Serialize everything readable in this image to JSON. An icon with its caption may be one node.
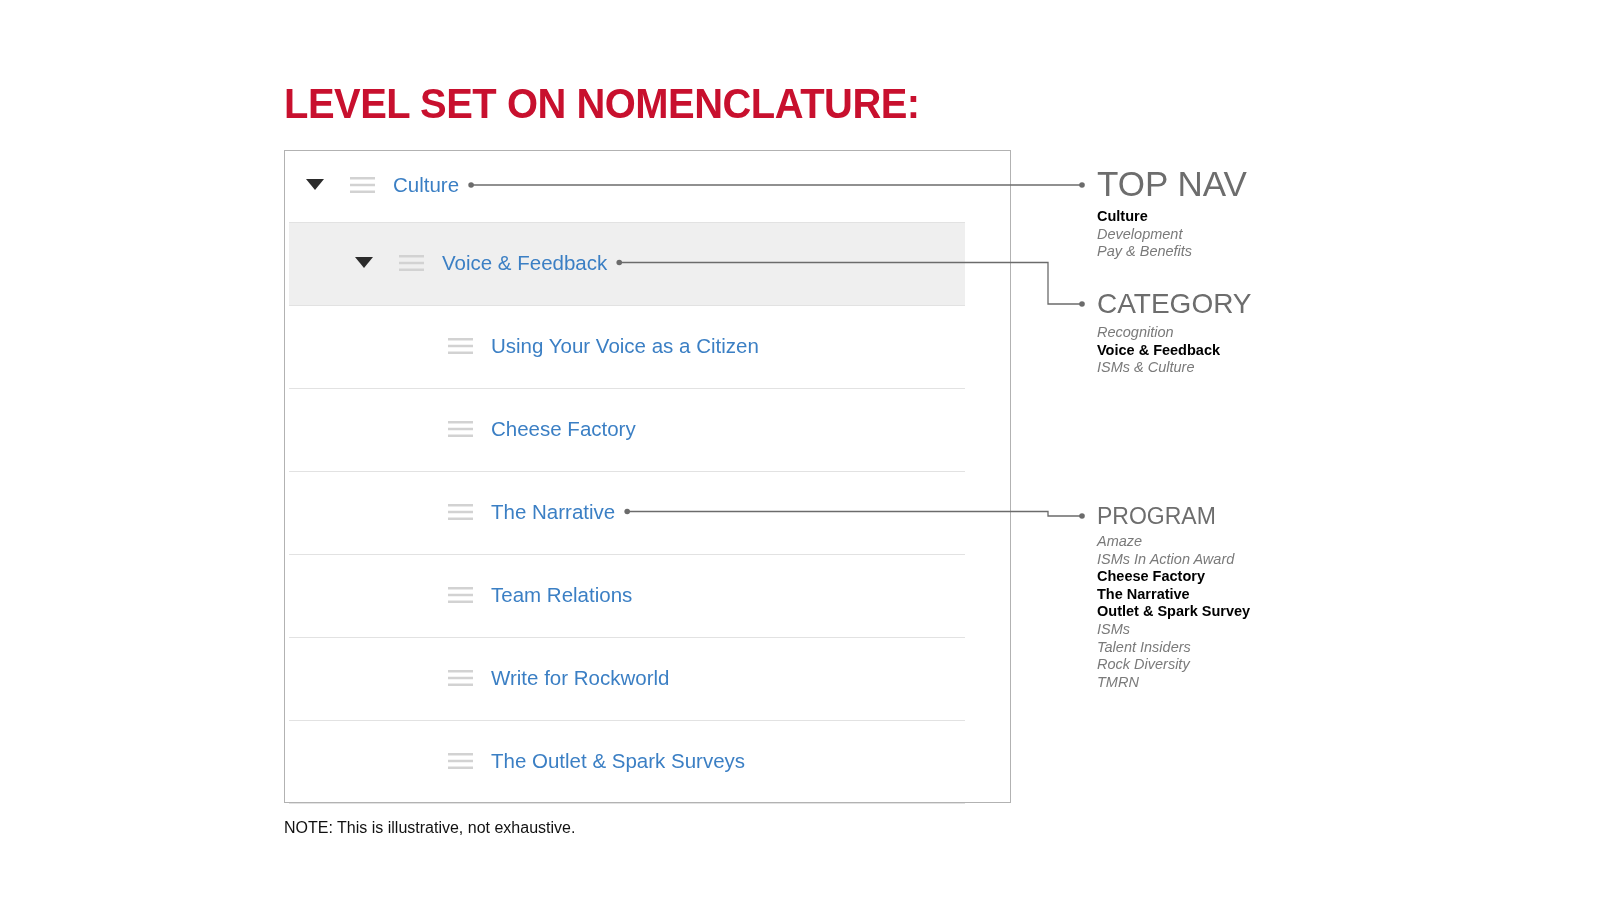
{
  "diagram": {
    "title": "LEVEL SET ON NOMENCLATURE:",
    "nodes": [
      {
        "text": [],
        "shape": "box"
      },
      {
        "text": [
          "Culture"
        ],
        "in": 0
      },
      {
        "text": [
          "Voice & Feedback"
        ],
        "in": 0
      },
      {
        "text": [
          "Using Your Voice as a Citizen"
        ],
        "in": 0
      },
      {
        "text": [
          "Cheese Factory"
        ],
        "in": 0
      },
      {
        "text": [
          "The Narrative"
        ],
        "in": 0
      },
      {
        "text": [
          "Team Relations"
        ],
        "in": 0
      },
      {
        "text": [
          "Write for Rockworld"
        ],
        "in": 0
      },
      {
        "text": [
          "The Outlet & Spark Surveys"
        ],
        "in": 0
      },
      {
        "text": [
          "TOP NAV",
          "Culture",
          "Development",
          "Pay & Benefits"
        ]
      },
      {
        "text": [
          "CATEGORY",
          "Recognition",
          "Voice & Feedback",
          "ISMs & Culture"
        ]
      },
      {
        "text": [
          "PROGRAM",
          "Amaze",
          "ISMs In Action Award",
          "Cheese Factory",
          "The Narrative",
          "Outlet & Spark Survey",
          "ISMs",
          "Talent Insiders",
          "Rock Diversity",
          "TMRN"
        ]
      }
    ],
    "edges": [
      {
        "from": 1,
        "to": 9,
        "arrow": "other"
      },
      {
        "from": 2,
        "to": 10,
        "arrow": "other"
      },
      {
        "from": 5,
        "to": 11,
        "arrow": "other"
      }
    ],
    "labels": [
      "NOTE: This is illustrative, not exhaustive."
    ]
  }
}
